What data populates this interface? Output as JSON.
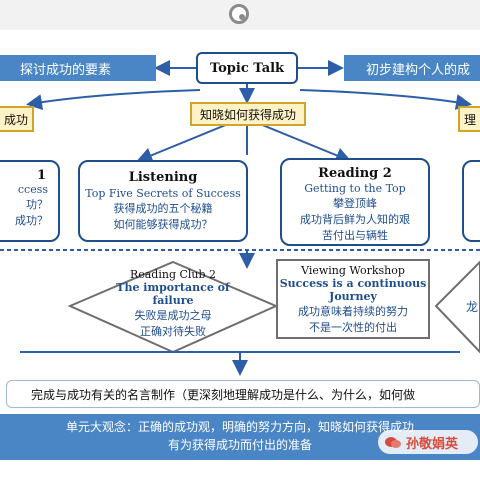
{
  "top_left": "探讨成功的要素",
  "topic": "Topic Talk",
  "top_right": "初步建构个人的成",
  "center_label": "知晓如何获得成功",
  "left_partial": "成功",
  "right_partial": "理",
  "card_left_partial": {
    "title": "1",
    "line1": "ccess",
    "line2": "功？",
    "line3": "成功？"
  },
  "listening": {
    "title": "Listening",
    "subtitle": "Top Five Secrets of Success",
    "line1": "获得成功的五个秘籍",
    "line2": "如何能够获得成功？"
  },
  "reading2": {
    "title": "Reading 2",
    "subtitle": "Getting to the Top",
    "line1": "攀登顶峰",
    "line2": "成功背后鲜为人知的艰",
    "line3": "苦付出与辆牲"
  },
  "reading_club2": {
    "title": "Reading Club 2",
    "subtitle": "The importance of failure",
    "line1": "失败是成功之母",
    "line2": "正确对待失败"
  },
  "viewing": {
    "title": "Viewing Workshop",
    "subtitle1": "Success is a continuous",
    "subtitle2": "Journey",
    "line1": "成功意味着持续的努力",
    "line2": "不是一次性的付出"
  },
  "right_diamond_partial": "龙",
  "bottom_text": "完成与成功有关的名言制作（更深刻地理解成功是什么、为什么，如何做",
  "footer_line1": "单元大观念：正确的成功观，明确的努力方向，知晓如何获得成功",
  "footer_line2": "有为获得成功而付出的准备",
  "watermark": "孙敬娟英"
}
